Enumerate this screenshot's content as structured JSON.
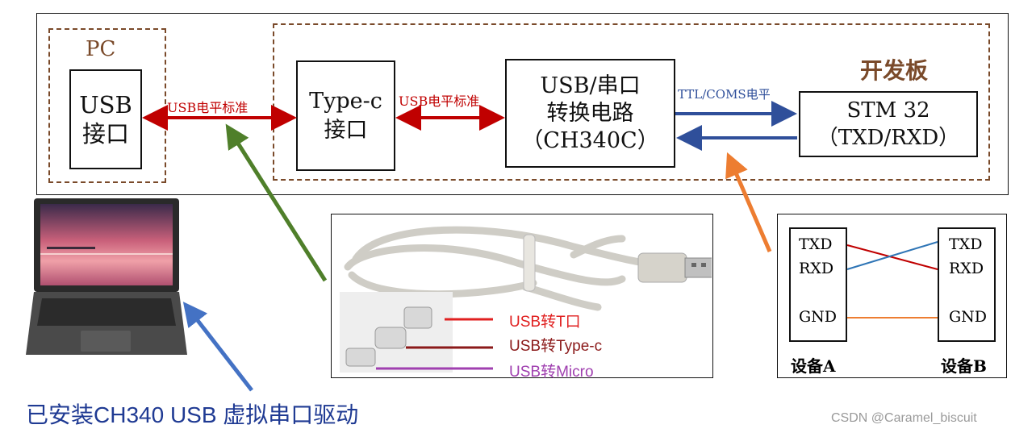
{
  "pc": {
    "title": "PC",
    "usb_port": [
      "USB",
      "接口"
    ]
  },
  "link_left": {
    "label": "USB电平标准"
  },
  "typec": {
    "lines": [
      "Type-c",
      "接口"
    ]
  },
  "link_mid": {
    "label": "USB电平标准"
  },
  "converter": {
    "lines": [
      "USB/串口",
      "转换电路",
      "（CH340C）"
    ]
  },
  "link_right": {
    "label": "TTL/COMS电平"
  },
  "devboard": {
    "title": "开发板",
    "mcu": [
      "STM 32",
      "（TXD/RXD）"
    ]
  },
  "cable": {
    "items": [
      {
        "label": "USB转T口",
        "color": "#e02020"
      },
      {
        "label": "USB转Type-c",
        "color": "#8b1a1a"
      },
      {
        "label": "USB转Micro",
        "color": "#a040b0"
      }
    ]
  },
  "wiring": {
    "device_a": {
      "name": "设备A",
      "pins": [
        "TXD",
        "RXD",
        "GND"
      ]
    },
    "device_b": {
      "name": "设备B",
      "pins": [
        "TXD",
        "RXD",
        "GND"
      ]
    }
  },
  "caption": "已安装CH340 USB 虚拟串口驱动",
  "watermark": "CSDN @Caramel_biscuit",
  "colors": {
    "dashed_border": "#7a4a2a",
    "usb_arrow": "#c00000",
    "ttl_arrow": "#2f4f9a",
    "green_arrow": "#4f7f2a",
    "orange_arrow": "#ed7d31",
    "blue_arrow": "#4472c4",
    "caption": "#1f3a93"
  }
}
